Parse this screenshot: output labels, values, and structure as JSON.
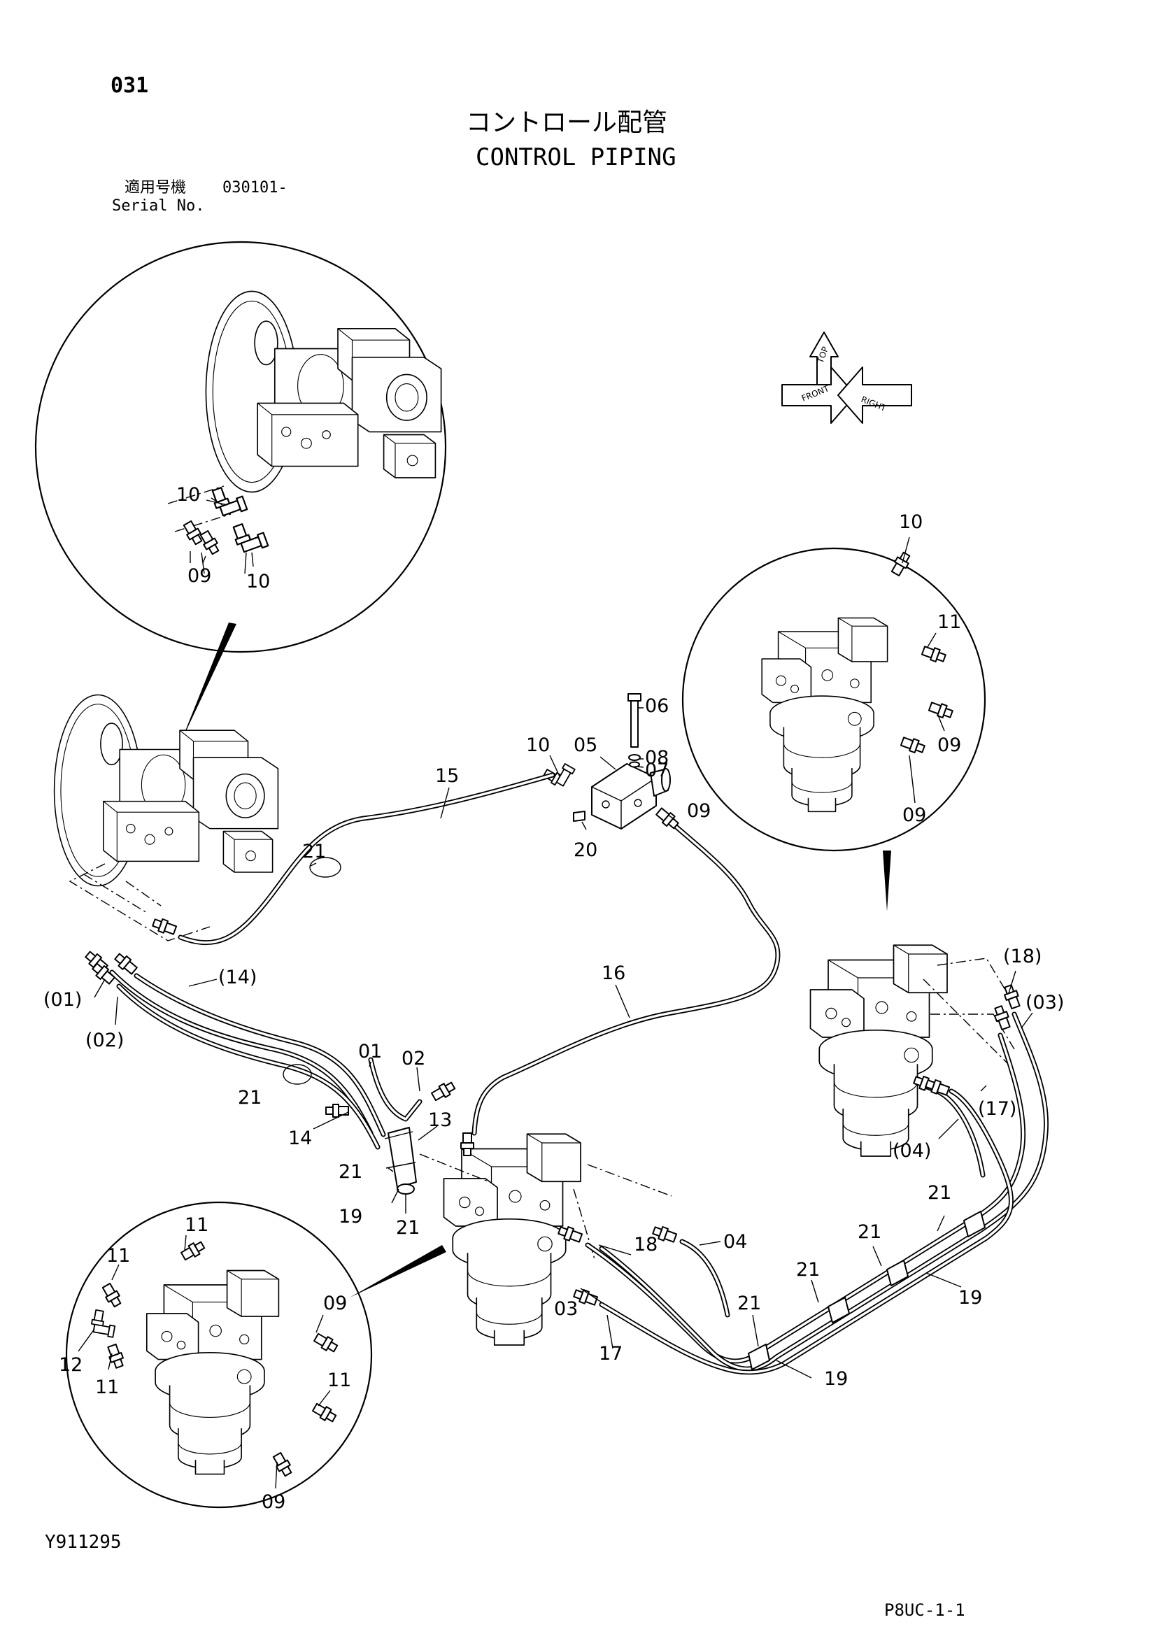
{
  "header": {
    "page_number": "031",
    "title_jp": "コントロール配管",
    "title_en": "CONTROL PIPING",
    "serial_label_jp": "適用号機",
    "serial_range": "030101-",
    "serial_label_en": "Serial No."
  },
  "footer": {
    "drawing_code": "Y911295",
    "page_code": "P8UC-1-1"
  },
  "orientation_marker": {
    "labels": [
      "TOP",
      "FRONT",
      "RIGHT"
    ]
  },
  "part_labels": [
    "10",
    "10",
    "09",
    "10",
    "10",
    "11",
    "09",
    "09",
    "06",
    "08",
    "07",
    "10",
    "05",
    "09",
    "20",
    "15",
    "21",
    "(14)",
    "(01)",
    "(02)",
    "16",
    "01",
    "02",
    "21",
    "13",
    "14",
    "21",
    "19",
    "21",
    "(18)",
    "(03)",
    "(17)",
    "(04)",
    "21",
    "21",
    "21",
    "21",
    "19",
    "19",
    "04",
    "18",
    "03",
    "17",
    "11",
    "11",
    "09",
    "12",
    "11",
    "11",
    "09"
  ]
}
